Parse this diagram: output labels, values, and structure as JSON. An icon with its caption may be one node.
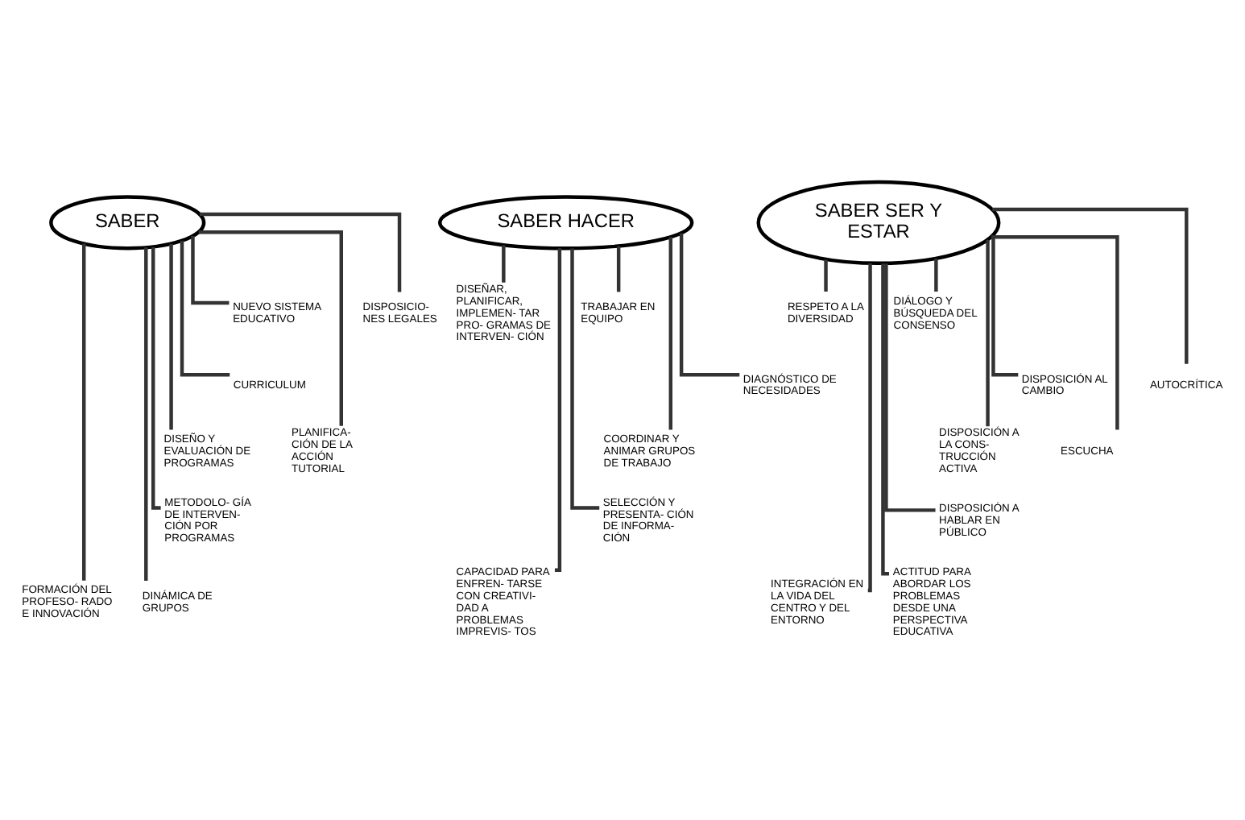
{
  "diagram": {
    "nodes": [
      {
        "text": [
          "SABER"
        ]
      },
      {
        "text": [
          "DISPOSICIO- NES LEGALES"
        ]
      },
      {
        "text": [
          "NUEVO SISTEMA EDUCATIVO"
        ]
      },
      {
        "text": [
          "CURRICULUM"
        ]
      },
      {
        "text": [
          "PLANIFICA- CIÓN DE LA ACCIÓN TUTORIAL"
        ]
      },
      {
        "text": [
          "DISEÑO Y EVALUACIÓN DE PROGRAMAS"
        ]
      },
      {
        "text": [
          "METODOLO- GÍA DE INTERVEN- CIÓN POR PROGRAMAS"
        ]
      },
      {
        "text": [
          "DINÁMICA DE GRUPOS"
        ]
      },
      {
        "text": [
          "FORMACIÓN DEL PROFESO- RADO E INNOVACIÓN"
        ]
      },
      {
        "text": [
          "SABER HACER"
        ]
      },
      {
        "text": [
          "DISEÑAR, PLANIFICAR, IMPLEMEN- TAR PRO- GRAMAS DE INTERVEN- CIÓN"
        ]
      },
      {
        "text": [
          "TRABAJAR EN EQUIPO"
        ]
      },
      {
        "text": [
          "DIAGNÓSTICO DE NECESIDADES"
        ]
      },
      {
        "text": [
          "COORDINAR Y ANIMAR GRUPOS DE TRABAJO"
        ]
      },
      {
        "text": [
          "SELECCIÓN Y PRESENTA- CIÓN DE INFORMA- CIÓN"
        ]
      },
      {
        "text": [
          "CAPACIDAD PARA ENFREN- TARSE CON CREATIVI- DAD A PROBLEMAS IMPREVIS- TOS"
        ]
      },
      {
        "text": [
          "SABER SER Y ESTAR"
        ]
      },
      {
        "text": [
          "RESPETO A LA DIVERSIDAD"
        ]
      },
      {
        "text": [
          "DIÁLOGO Y BÚSQUEDA DEL CONSENSO"
        ]
      },
      {
        "text": [
          "DISPOSICIÓN AL CAMBIO"
        ]
      },
      {
        "text": [
          "AUTOCRÍTICA"
        ]
      },
      {
        "text": [
          "DISPOSICIÓN A LA CONS- TRUCCIÓN ACTIVA"
        ]
      },
      {
        "text": [
          "ESCUCHA"
        ]
      },
      {
        "text": [
          "DISPOSICIÓN A HABLAR EN PÚBLICO"
        ]
      },
      {
        "text": [
          "INTEGRACIÓN EN LA VIDA DEL CENTRO Y DEL ENTORNO"
        ]
      },
      {
        "text": [
          "ACTITUD PARA ABORDAR LOS PROBLEMAS DESDE UNA PERSPECTIVA EDUCATIVA"
        ]
      }
    ],
    "edges": [
      {
        "from": 0,
        "to": 1,
        "arrow": "none"
      },
      {
        "from": 0,
        "to": 2,
        "arrow": "none"
      },
      {
        "from": 0,
        "to": 3,
        "arrow": "none"
      },
      {
        "from": 0,
        "to": 4,
        "arrow": "none"
      },
      {
        "from": 0,
        "to": 5,
        "arrow": "none"
      },
      {
        "from": 0,
        "to": 6,
        "arrow": "none"
      },
      {
        "from": 0,
        "to": 7,
        "arrow": "none"
      },
      {
        "from": 0,
        "to": 8,
        "arrow": "none"
      },
      {
        "from": 9,
        "to": 10,
        "arrow": "none"
      },
      {
        "from": 9,
        "to": 11,
        "arrow": "none"
      },
      {
        "from": 9,
        "to": 12,
        "arrow": "none"
      },
      {
        "from": 9,
        "to": 13,
        "arrow": "none"
      },
      {
        "from": 9,
        "to": 14,
        "arrow": "none"
      },
      {
        "from": 9,
        "to": 15,
        "arrow": "none"
      },
      {
        "from": 16,
        "to": 17,
        "arrow": "none"
      },
      {
        "from": 16,
        "to": 18,
        "arrow": "none"
      },
      {
        "from": 16,
        "to": 19,
        "arrow": "none"
      },
      {
        "from": 16,
        "to": 20,
        "arrow": "none"
      },
      {
        "from": 16,
        "to": 21,
        "arrow": "none"
      },
      {
        "from": 16,
        "to": 22,
        "arrow": "none"
      },
      {
        "from": 16,
        "to": 23,
        "arrow": "none"
      },
      {
        "from": 16,
        "to": 24,
        "arrow": "none"
      },
      {
        "from": 16,
        "to": 25,
        "arrow": "none"
      }
    ]
  }
}
